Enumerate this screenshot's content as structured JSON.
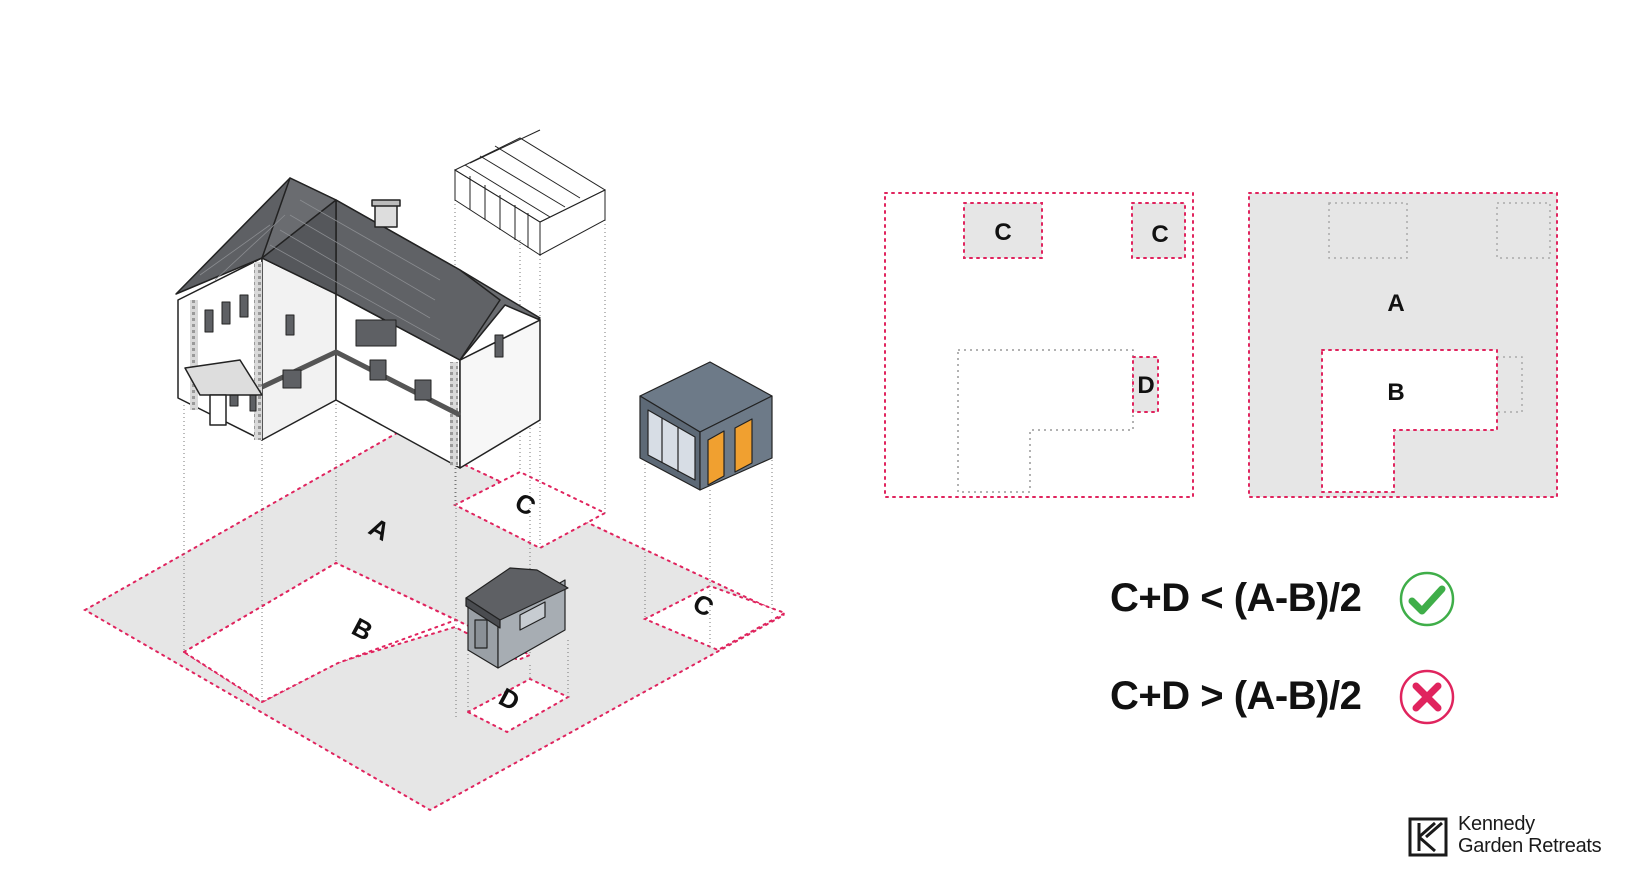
{
  "diagram": {
    "iso_labels": {
      "area_a": "A",
      "area_b": "B",
      "area_c1": "C",
      "area_c2": "C",
      "area_d": "D"
    },
    "plan_outbuildings": {
      "label_c1": "C",
      "label_c2": "C",
      "label_d": "D"
    },
    "plan_garden": {
      "label_a": "A",
      "label_b": "B"
    }
  },
  "rules": {
    "allowed": {
      "text": "C+D < (A-B)/2",
      "icon": "check-circle-icon",
      "color": "#3fae49"
    },
    "not_allowed": {
      "text": "C+D > (A-B)/2",
      "icon": "cross-circle-icon",
      "color": "#e0245e"
    }
  },
  "brand": {
    "line1": "Kennedy",
    "line2": "Garden Retreats",
    "logo_icon": "k-monogram-icon"
  },
  "colors": {
    "boundary": "#e0245e",
    "area_fill": "#e6e6e6",
    "roof": "#606266",
    "door": "#f0a030"
  }
}
